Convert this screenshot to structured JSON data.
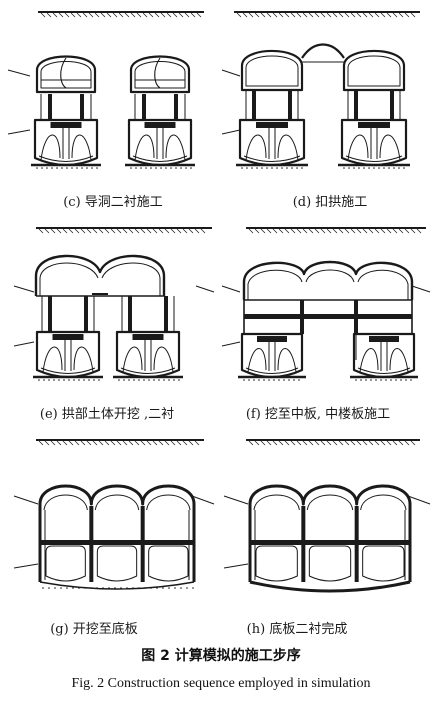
{
  "panels": [
    {
      "id": "c",
      "caption": "(c) 导洞二衬施工"
    },
    {
      "id": "d",
      "caption": "(d) 扣拱施工"
    },
    {
      "id": "e",
      "caption": "(e) 拱部土体开挖 ,二衬"
    },
    {
      "id": "f",
      "caption": "(f) 挖至中板, 中楼板施工"
    },
    {
      "id": "g",
      "caption": "(g) 开挖至底板"
    },
    {
      "id": "h",
      "caption": "(h) 底板二衬完成"
    }
  ],
  "figure_caption_cn": "图 2    计算模拟的施工步序",
  "figure_caption_en": "Fig. 2    Construction sequence employed in simulation",
  "colors": {
    "ink": "#1a1a1a",
    "background": "#ffffff"
  }
}
